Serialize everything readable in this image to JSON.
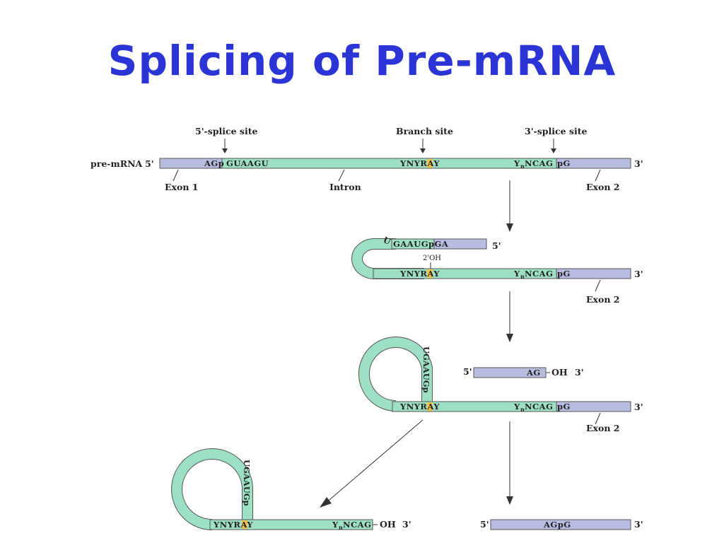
{
  "title": "Splicing of Pre-mRNA",
  "labels": {
    "five_splice_site": "5'-splice site",
    "branch_site": "Branch site",
    "three_splice_site": "3'-splice site",
    "pre_mrna": "pre-mRNA",
    "five_prime": "5'",
    "three_prime": "3'",
    "exon1": "Exon 1",
    "intron": "Intron",
    "exon2": "Exon 2",
    "two_oh": "2'OH",
    "oh": "OH"
  },
  "sequences": {
    "exon1_end": "AGp",
    "intron_start": "GUAAGU",
    "branch": "YNYRAY",
    "three_site": "Y",
    "three_site_sub": "n",
    "three_site_rest": "NCAG",
    "exon2_start": "pG",
    "loop_start_u": "U",
    "loop_start_rest": "GAAUGpGA",
    "lariat_seq": "UGAAUGp",
    "ag": "AG",
    "agpg": "AGpG",
    "ncag": "NCAG"
  },
  "colors": {
    "title": "#2b35d6",
    "exon": "#b8bce0",
    "intron": "#9ee0c4",
    "branch_adenine": "#f3c64a"
  }
}
